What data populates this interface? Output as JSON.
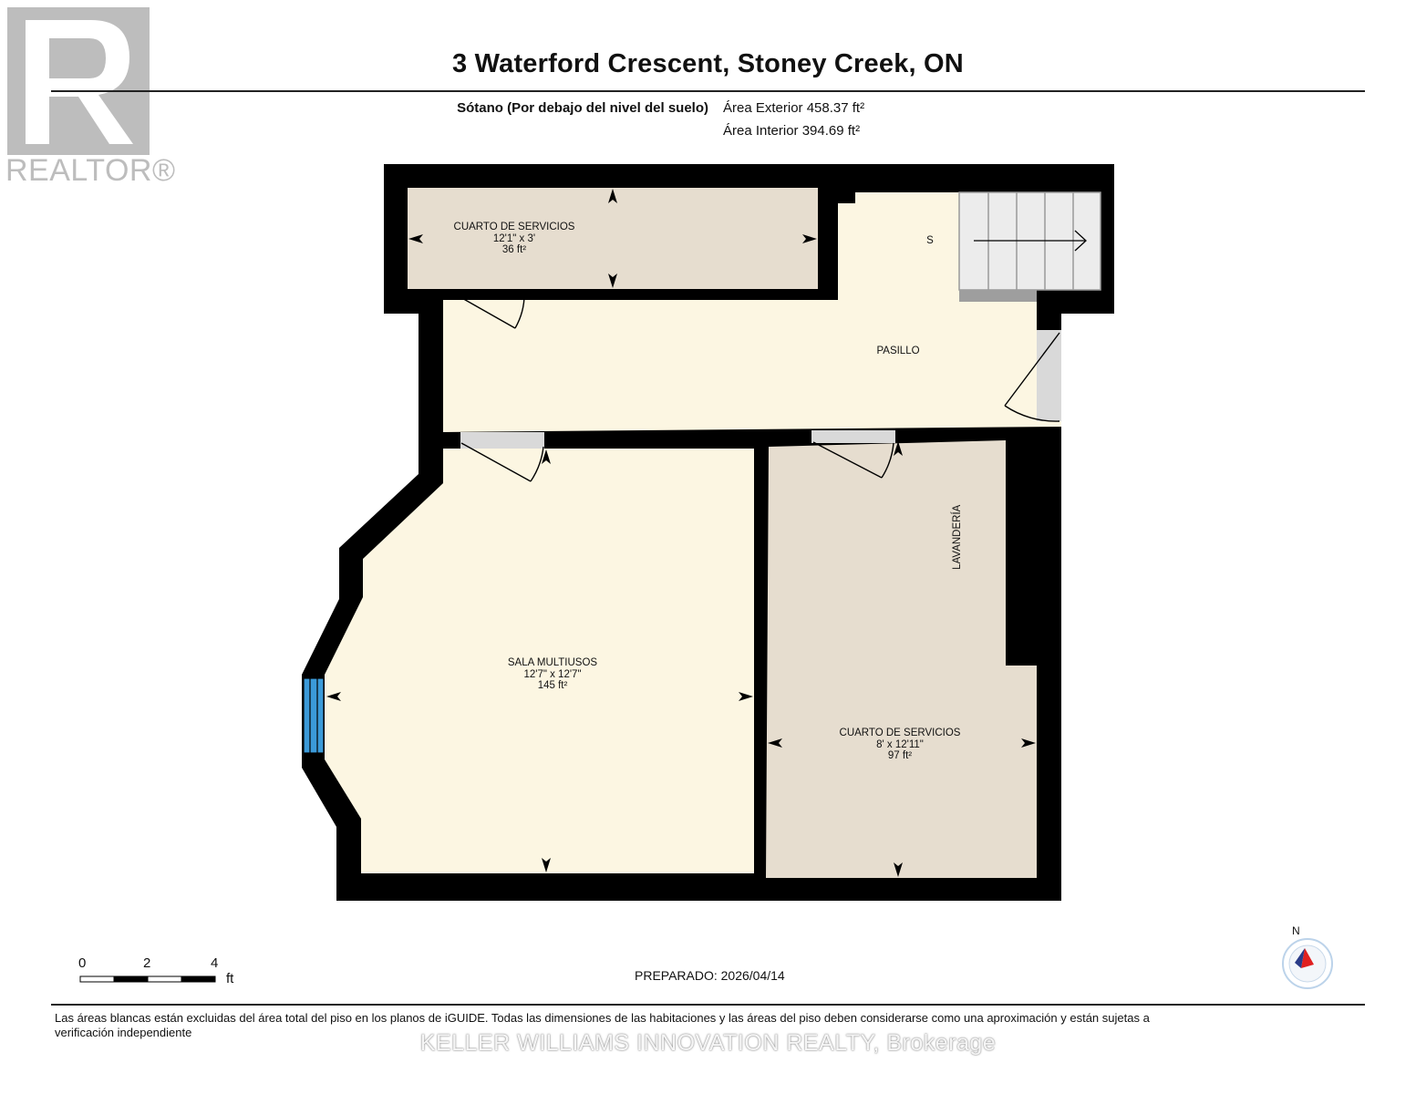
{
  "logo": {
    "text": "REALTOR®",
    "icon": "realtor-r-icon"
  },
  "header": {
    "title": "3 Waterford Crescent, Stoney Creek, ON",
    "level": "Sótano (Por debajo del nivel del suelo)",
    "exterior_area": "Área Exterior 458.37 ft²",
    "interior_area": "Área Interior 394.69 ft²"
  },
  "rooms": {
    "utility_top": {
      "name": "CUARTO DE SERVICIOS",
      "dims": "12'1\" x 3'",
      "area": "36 ft²"
    },
    "hallway": {
      "name": "PASILLO",
      "stairs_marker": "S"
    },
    "rec_room": {
      "name": "SALA MULTIUSOS",
      "dims": "12'7\" x 12'7\"",
      "area": "145 ft²"
    },
    "laundry": {
      "name": "LAVANDERÍA"
    },
    "utility_bottom": {
      "name": "CUARTO DE SERVICIOS",
      "dims": "8' x 12'11\"",
      "area": "97 ft²"
    }
  },
  "scale": {
    "ticks": [
      "0",
      "2",
      "4"
    ],
    "unit": "ft"
  },
  "compass": {
    "label": "N",
    "icon": "compass-icon"
  },
  "prepared": "PREPARADO: 2026/04/14",
  "disclaimer": "Las áreas blancas están excluidas del área total del piso en los planos de iGUIDE. Todas las dimensiones de las habitaciones y las áreas del piso deben considerarse como una aproximación y están sujetas a verificación independiente",
  "watermark": "KELLER WILLIAMS INNOVATION REALTY, Brokerage",
  "colors": {
    "wall": "#000000",
    "hall_floor": "#fcf6e2",
    "utility_floor": "#e6ddcf",
    "door_opening": "#d9d9d9",
    "window": "#3b9ad9",
    "compass_arrow": "#e02020"
  }
}
